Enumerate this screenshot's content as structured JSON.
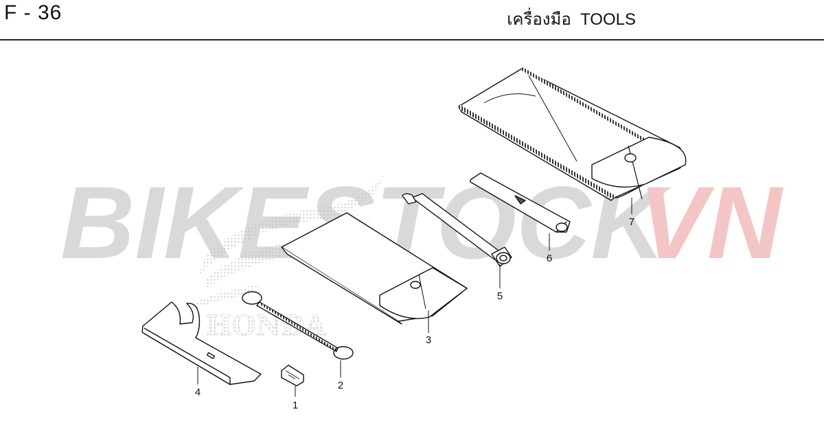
{
  "header": {
    "page_code": "F - 36",
    "title": "เครื่องมือ  TOOLS"
  },
  "watermark": {
    "text_main": "BIKESTOCK",
    "text_accent": "VN",
    "main_color": "#d9d9d9",
    "accent_color": "#f4c5c5",
    "brand_text": "HONDA"
  },
  "parts": [
    {
      "number": "1"
    },
    {
      "number": "2"
    },
    {
      "number": "3"
    },
    {
      "number": "4"
    },
    {
      "number": "5"
    },
    {
      "number": "6"
    },
    {
      "number": "7"
    }
  ],
  "colors": {
    "line": "#111111",
    "background": "#ffffff"
  }
}
